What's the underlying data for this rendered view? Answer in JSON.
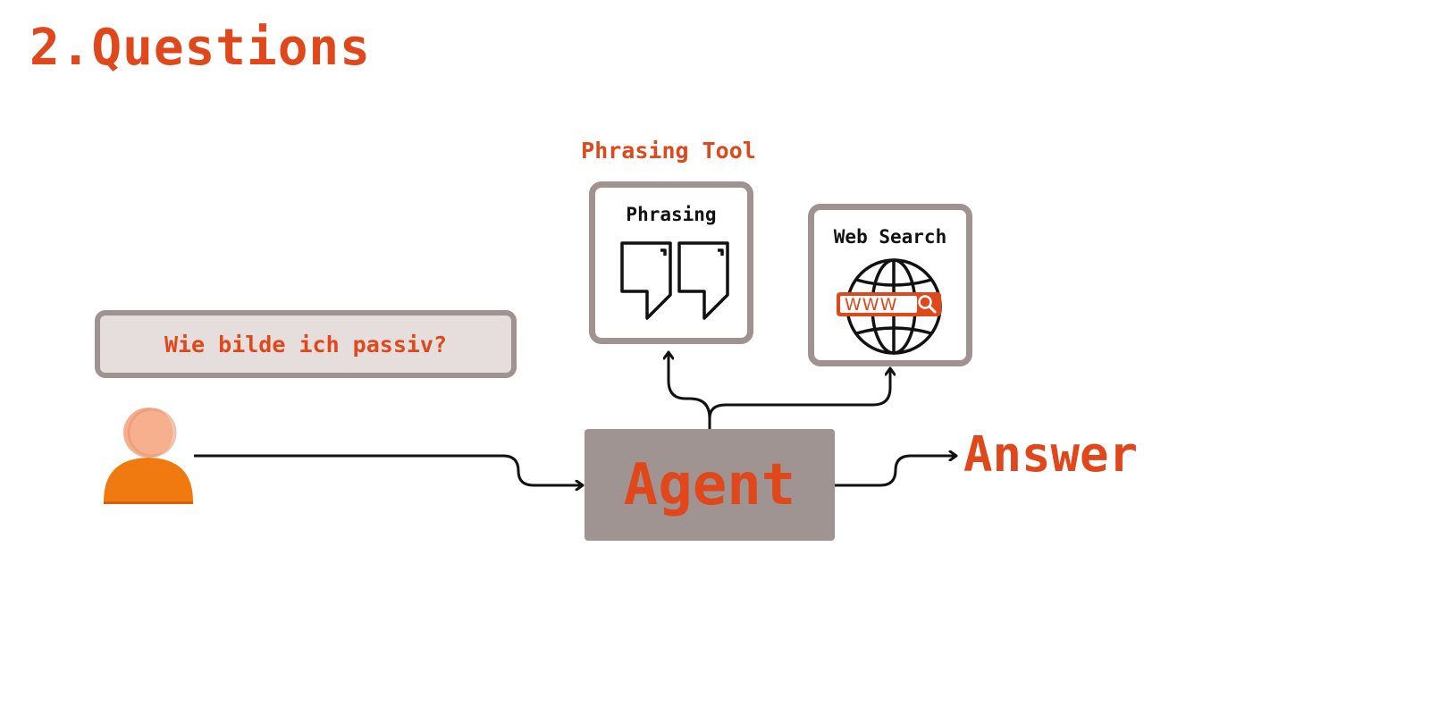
{
  "title": "2.Questions",
  "question": "Wie bilde ich passiv?",
  "tools_caption": "Phrasing Tool",
  "tools": [
    {
      "label": "Phrasing",
      "icon": "quote-marks-icon"
    },
    {
      "label": "Web Search",
      "icon": "globe-www-search-icon",
      "icon_text": "WWW"
    }
  ],
  "agent_label": "Agent",
  "answer_label": "Answer",
  "colors": {
    "accent": "#e0471b",
    "box_border": "#a09290",
    "question_bg": "#e6dedc",
    "agent_bg": "#a09492",
    "user_orange": "#f07a10",
    "user_head": "#f6b08e"
  }
}
